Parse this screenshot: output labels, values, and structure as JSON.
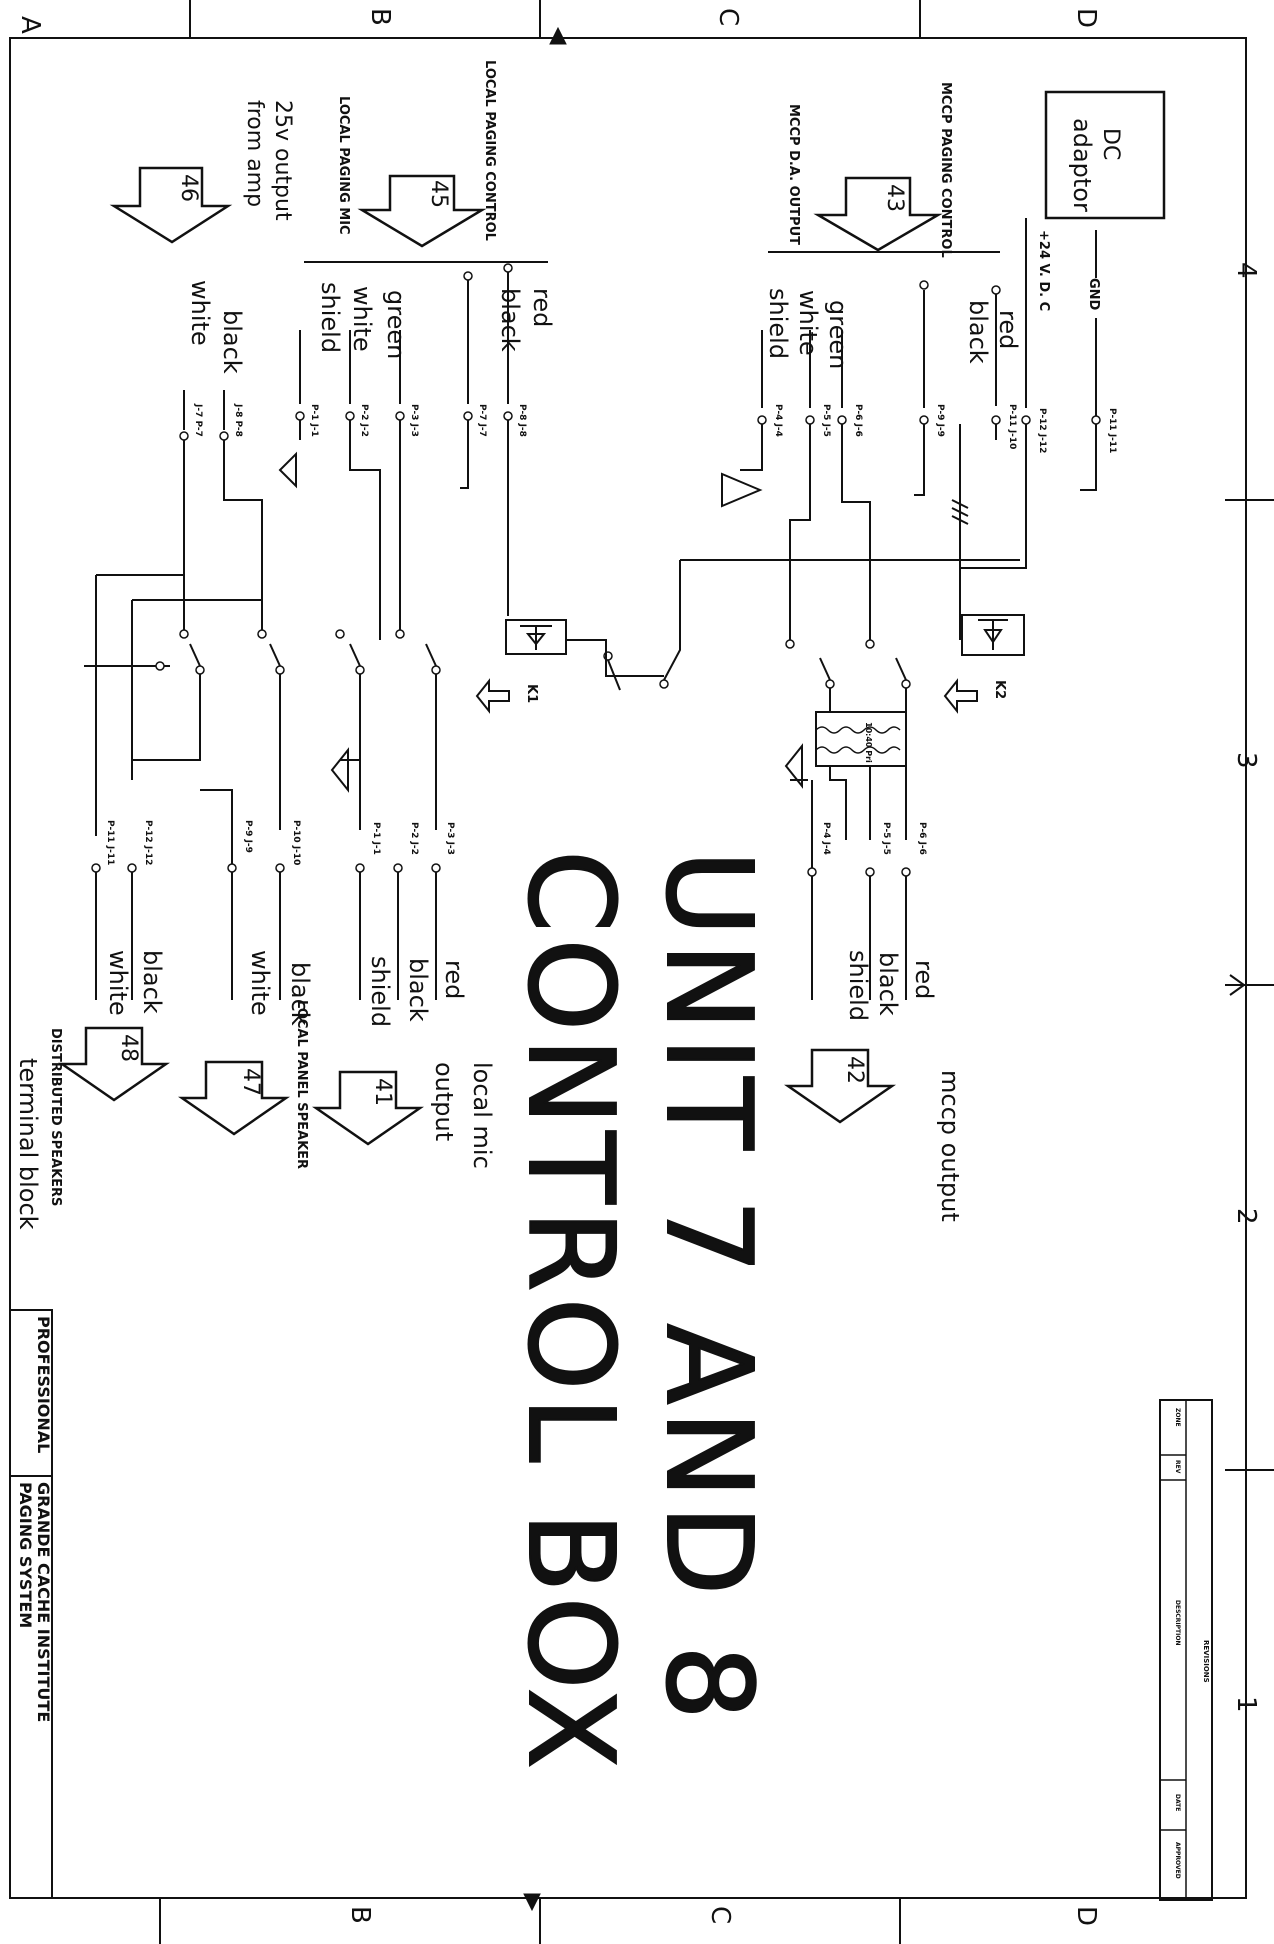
{
  "title": {
    "line1": "UNIT 7 AND 8",
    "line2": "CONTROL BOX"
  },
  "border": {
    "letters_top": [
      "A",
      "B",
      "C",
      "D"
    ],
    "letters_bottom": [
      "B",
      "C",
      "D"
    ],
    "numbers_right": [
      "4",
      "3",
      "2",
      "1"
    ]
  },
  "dc_adaptor": {
    "label_line1": "DC",
    "label_line2": "adaptor",
    "gnd": "GND",
    "vdc": "+24 V. D. C",
    "pin_gnd": "P-11 J-11",
    "pin_vdc": "P-12 J-12"
  },
  "inputs": [
    {
      "num": "43",
      "title": "MCCP PAGING CONTROL",
      "subtitle": "MCCP D.A. OUTPUT"
    },
    {
      "num": "45",
      "title": "LOCAL PAGING CONTROL",
      "subtitle": "LOCAL PAGING MIC"
    },
    {
      "num": "46",
      "title": "25v output",
      "subtitle": "from amp"
    }
  ],
  "wires": {
    "mccp_ctrl": [
      "red",
      "black"
    ],
    "mccp_da": [
      "green",
      "white",
      "shield"
    ],
    "local_ctrl": [
      "red",
      "black"
    ],
    "local_mic": [
      "green",
      "white",
      "shield"
    ],
    "amp": [
      "black",
      "white"
    ],
    "mccp_out": [
      "red",
      "black",
      "shield"
    ],
    "local_out": [
      "red",
      "black",
      "shield"
    ],
    "panel_spk": [
      "black",
      "white"
    ],
    "dist_spk": [
      "black",
      "white"
    ]
  },
  "pins": {
    "mccp_ctrl": [
      "P-11 J-10",
      "P-9 J-9"
    ],
    "mccp_da": [
      "P-6 J-6",
      "P-5 J-5",
      "P-4 J-4"
    ],
    "local_ctrl": [
      "P-8 J-8",
      "P-7 J-7"
    ],
    "local_mic": [
      "P-3 J-3",
      "P-2 J-2",
      "P-1 J-1"
    ],
    "amp": [
      "J-8 P-8",
      "J-7 P-7"
    ],
    "mccp_out": [
      "P-6 J-6",
      "P-5 J-5",
      "P-4 J-4"
    ],
    "local_out": [
      "P-3 J-3",
      "P-2 J-2",
      "P-1 J-1"
    ],
    "panel_spk": [
      "P-10 J-10",
      "P-9 J-9"
    ],
    "dist_spk": [
      "P-12 J-12",
      "P-11 J-11"
    ]
  },
  "relays": {
    "k1": "K1",
    "k2": "K2",
    "transformer": "10:40 Pri"
  },
  "outputs": [
    {
      "num": "42",
      "label": "mccp output"
    },
    {
      "num": "41",
      "label_line1": "local mic",
      "label_line2": "output"
    },
    {
      "num": "47",
      "label": "LOCAL PANEL SPEAKER"
    },
    {
      "num": "48",
      "label_line1": "DISTRIBUTED SPEAKERS",
      "label_line2": "terminal block"
    }
  ],
  "title_block": {
    "left": "PROFESSIONAL",
    "right_line1": "GRANDE CACHE INSTITUTE",
    "right_line2": "PAGING SYSTEM",
    "revisions_header": "REVISIONS",
    "rev_cols": [
      "ZONE",
      "REV",
      "DESCRIPTION",
      "DATE",
      "APPROVED"
    ]
  }
}
